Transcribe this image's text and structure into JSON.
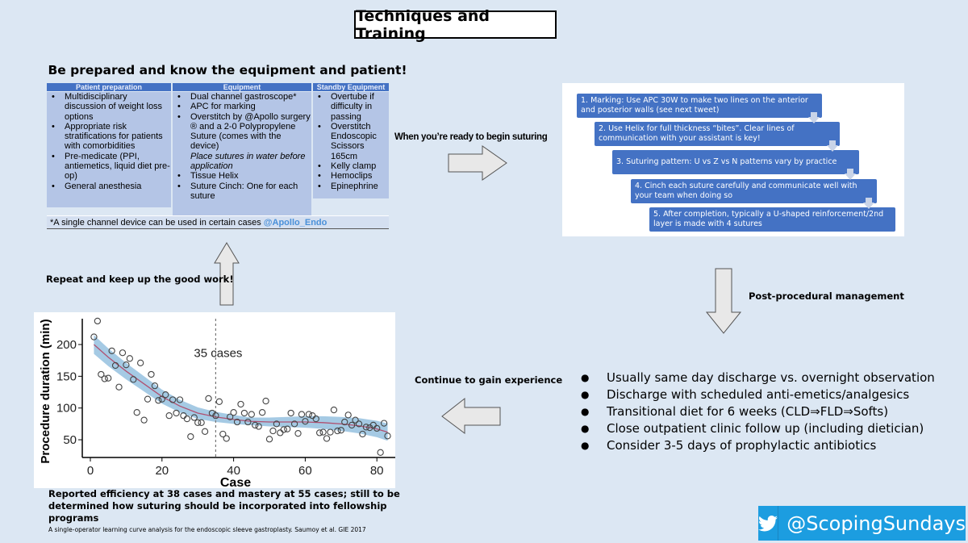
{
  "title": "Techniques and Training",
  "prep": {
    "heading": "Be prepared and know the equipment and patient!",
    "columns": [
      {
        "header": "Patient preparation",
        "items": [
          "Multidisciplinary discussion of weight loss options",
          "Appropriate risk stratifications for patients with comorbidities",
          "Pre-medicate (PPI, antiemetics, liquid diet pre-op)",
          "General anesthesia"
        ]
      },
      {
        "header": "Equipment",
        "items": [
          "Dual channel gastroscope*",
          "APC for marking",
          "Overstitch by @Apollo surgery ® and a 2-0 Polypropylene Suture (comes with the device)",
          "Tissue Helix",
          "Suture Cinch: One for each suture"
        ],
        "note": "Place sutures in water before application"
      },
      {
        "header": "Standby Equipment",
        "items": [
          "Overtube if difficulty in passing",
          "Overstitch Endoscopic Scissors 165cm",
          "Kelly clamp",
          "Hemoclips",
          "Epinephrine"
        ]
      }
    ],
    "footnote": "*A single channel device can be used in certain cases",
    "footnote_handle": "@Apollo_Endo"
  },
  "arrows": {
    "to_suturing": "When you’re ready to begin suturing",
    "post": "Post-procedural management",
    "continue": "Continue to gain experience",
    "repeat": "Repeat and keep up the good work!"
  },
  "steps": [
    "1. Marking: Use APC 30W to make two lines on the anterior and posterior walls (see next tweet)",
    "2. Use Helix for full thickness “bites”. Clear lines of communication with your assistant is key!",
    "3. Suturing pattern: U vs Z vs N patterns vary by practice",
    "4. Cinch each suture carefully and communicate well with your team when doing so",
    "5. After completion, typically a U-shaped reinforcement/2nd layer is made with 4 sutures"
  ],
  "post_items": [
    "Usually same day discharge vs. overnight observation",
    "Discharge with scheduled anti-emetics/analgesics",
    "Transitional diet for 6 weeks (CLD⇒FLD⇒Softs)",
    "Close outpatient clinic follow up (including dietician)",
    "Consider 3-5 days of prophylactic antibiotics"
  ],
  "chart_data": {
    "type": "scatter",
    "xlabel": "Case",
    "ylabel": "Procedure duration (min)",
    "xticks": [
      0,
      20,
      40,
      60,
      80
    ],
    "yticks": [
      50,
      100,
      150,
      200
    ],
    "annotation": "35 cases",
    "vline_x": 35,
    "points": [
      [
        1,
        212
      ],
      [
        2,
        237
      ],
      [
        3,
        153
      ],
      [
        4,
        146
      ],
      [
        5,
        147
      ],
      [
        6,
        190
      ],
      [
        7,
        167
      ],
      [
        8,
        133
      ],
      [
        9,
        187
      ],
      [
        10,
        168
      ],
      [
        11,
        178
      ],
      [
        12,
        145
      ],
      [
        13,
        93
      ],
      [
        14,
        171
      ],
      [
        15,
        81
      ],
      [
        16,
        114
      ],
      [
        17,
        153
      ],
      [
        18,
        135
      ],
      [
        19,
        112
      ],
      [
        20,
        114
      ],
      [
        21,
        121
      ],
      [
        22,
        88
      ],
      [
        23,
        113
      ],
      [
        24,
        92
      ],
      [
        25,
        113
      ],
      [
        26,
        88
      ],
      [
        27,
        83
      ],
      [
        28,
        55
      ],
      [
        29,
        85
      ],
      [
        30,
        77
      ],
      [
        31,
        77
      ],
      [
        32,
        63
      ],
      [
        33,
        115
      ],
      [
        34,
        92
      ],
      [
        35,
        88
      ],
      [
        36,
        110
      ],
      [
        37,
        59
      ],
      [
        38,
        52
      ],
      [
        39,
        86
      ],
      [
        40,
        93
      ],
      [
        41,
        78
      ],
      [
        42,
        106
      ],
      [
        43,
        92
      ],
      [
        44,
        78
      ],
      [
        45,
        90
      ],
      [
        46,
        73
      ],
      [
        47,
        71
      ],
      [
        48,
        93
      ],
      [
        49,
        111
      ],
      [
        50,
        51
      ],
      [
        51,
        64
      ],
      [
        52,
        75
      ],
      [
        53,
        61
      ],
      [
        54,
        66
      ],
      [
        55,
        67
      ],
      [
        56,
        92
      ],
      [
        57,
        75
      ],
      [
        58,
        60
      ],
      [
        59,
        90
      ],
      [
        60,
        79
      ],
      [
        61,
        90
      ],
      [
        62,
        88
      ],
      [
        63,
        83
      ],
      [
        64,
        61
      ],
      [
        65,
        62
      ],
      [
        66,
        52
      ],
      [
        67,
        62
      ],
      [
        68,
        97
      ],
      [
        69,
        64
      ],
      [
        70,
        65
      ],
      [
        71,
        78
      ],
      [
        72,
        89
      ],
      [
        73,
        73
      ],
      [
        74,
        81
      ],
      [
        75,
        75
      ],
      [
        76,
        59
      ],
      [
        77,
        70
      ],
      [
        78,
        69
      ],
      [
        79,
        73
      ],
      [
        80,
        68
      ],
      [
        81,
        30
      ],
      [
        82,
        76
      ],
      [
        83,
        56
      ]
    ],
    "fit": [
      [
        1,
        200
      ],
      [
        5,
        180
      ],
      [
        10,
        158
      ],
      [
        15,
        138
      ],
      [
        20,
        118
      ],
      [
        25,
        103
      ],
      [
        30,
        92
      ],
      [
        35,
        86
      ],
      [
        40,
        82
      ],
      [
        45,
        79
      ],
      [
        50,
        78
      ],
      [
        55,
        78
      ],
      [
        60,
        78
      ],
      [
        65,
        77
      ],
      [
        70,
        75
      ],
      [
        75,
        72
      ],
      [
        80,
        67
      ],
      [
        83,
        62
      ]
    ],
    "colors": {
      "fit": "#b05070",
      "band": "#7fb4d8"
    }
  },
  "caption": "Reported efficiency at 38 cases and mastery at 55 cases; still to be determined how suturing should be incorporated into fellowship programs",
  "citation": "A single-operator learning curve analysis for the endoscopic sleeve gastroplasty. Saumoy et al. GIE 2017",
  "twitter": {
    "handle": "@ScopingSundays",
    "icon": "twitter-bird-icon",
    "color": "#1c9de0"
  }
}
